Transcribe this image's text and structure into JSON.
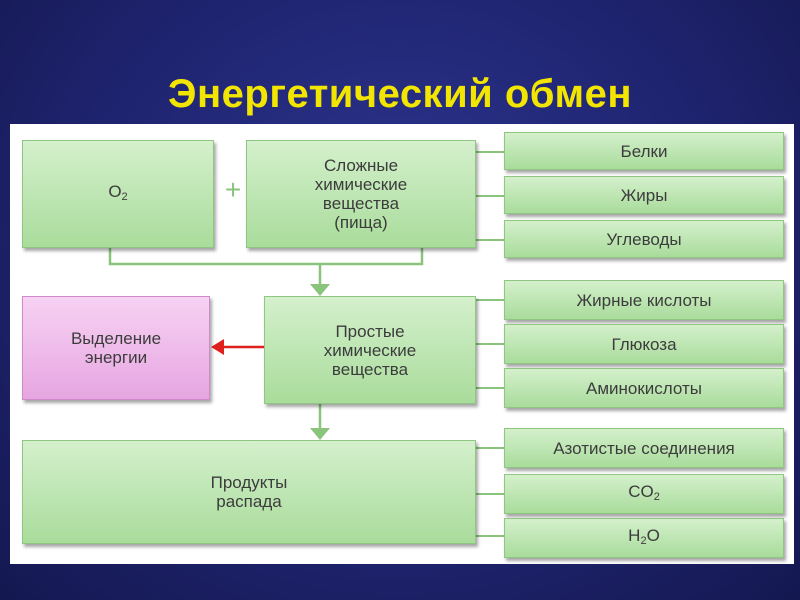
{
  "title": "Энергетический обмен",
  "plus_sign": "+",
  "o2": {
    "base": "O",
    "sub": "2"
  },
  "complex": {
    "lines": [
      "Сложные",
      "химические",
      "вещества",
      "(пища)"
    ]
  },
  "complex_items": [
    "Белки",
    "Жиры",
    "Углеводы"
  ],
  "energy": {
    "lines": [
      "Выделение",
      "энергии"
    ]
  },
  "simple": {
    "lines": [
      "Простые",
      "химические",
      "вещества"
    ]
  },
  "simple_items": [
    "Жирные кислоты",
    "Глюкоза",
    "Аминокислоты"
  ],
  "products": {
    "lines": [
      "Продукты",
      "распада"
    ]
  },
  "product_items": {
    "nitrogen": "Азотистые соединения",
    "co2": {
      "base": "CO",
      "sub": "2"
    },
    "h2o": {
      "base": "H",
      "sub": "2",
      "tail": "O"
    }
  },
  "colors": {
    "title": "#f2e600",
    "box_green": "#a9dc9b",
    "box_pink": "#e6a6e1",
    "connector": "#8ac47c",
    "energy_arrow": "#e0201c"
  }
}
